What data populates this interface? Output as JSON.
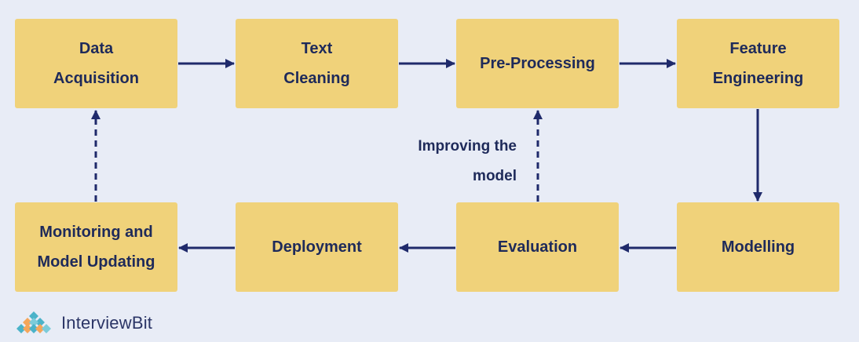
{
  "diagram": {
    "nodes": [
      {
        "id": "data-acquisition",
        "label": "Data\nAcquisition"
      },
      {
        "id": "text-cleaning",
        "label": "Text\nCleaning"
      },
      {
        "id": "pre-processing",
        "label": "Pre-Processing"
      },
      {
        "id": "feature-engineering",
        "label": "Feature\nEngineering"
      },
      {
        "id": "modelling",
        "label": "Modelling"
      },
      {
        "id": "evaluation",
        "label": "Evaluation"
      },
      {
        "id": "deployment",
        "label": "Deployment"
      },
      {
        "id": "monitoring",
        "label": "Monitoring and\nModel Updating"
      }
    ],
    "annotation": "Improving the\nmodel"
  },
  "brand": {
    "name": "InterviewBit"
  },
  "colors": {
    "background": "#e8ecf6",
    "box": "#f0d27a",
    "text": "#1e2a5a",
    "arrow": "#1f2a6b"
  }
}
